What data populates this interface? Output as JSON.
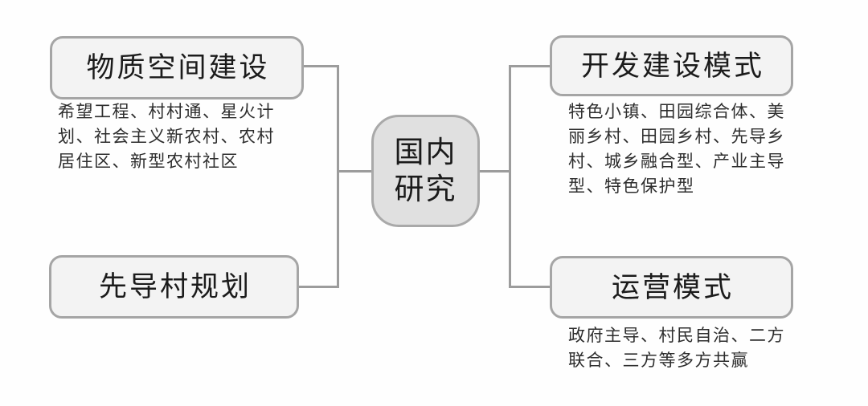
{
  "diagram": {
    "center": {
      "label": "国内\n研究"
    },
    "branches": {
      "top_left": {
        "title": "物质空间建设",
        "description": "希望工程、村村通、星火计\n划、社会主义新农村、农村\n居住区、新型农村社区"
      },
      "bottom_left": {
        "title": "先导村规划",
        "description": ""
      },
      "top_right": {
        "title": "开发建设模式",
        "description": "特色小镇、田园综合体、美\n丽乡村、田园乡村、先导乡\n村、城乡融合型、产业主导\n型、特色保护型"
      },
      "bottom_right": {
        "title": "运营模式",
        "description": "政府主导、村民自治、二方\n联合、三方等多方共赢"
      }
    },
    "colors": {
      "bg": "#fefefe",
      "line": "#9c9c9c",
      "box-fill": "#f3f3f3",
      "box-border": "#a5a5a5",
      "node-fill": "#e0e0e0",
      "node-border": "#a9a9a9",
      "title": "#1b1b1b",
      "desc": "#2d2d2d"
    }
  }
}
